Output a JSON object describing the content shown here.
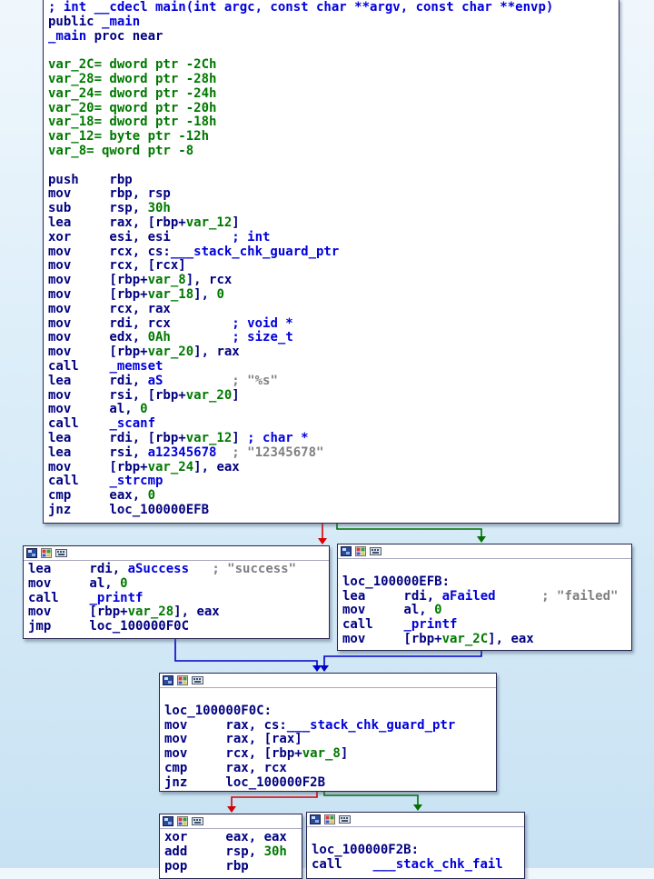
{
  "colors": {
    "default_text": "#000080",
    "number_and_stackvar": "#007800",
    "name_and_comment": "#0000dc",
    "string_comment": "#808080",
    "edge_red": "#d80000",
    "edge_green": "#007000",
    "edge_blue": "#0000c8",
    "node_background": "#ffffff",
    "node_border": "#26264f",
    "canvas_top": "#f0f7fc",
    "canvas_bottom": "#c8e2f3"
  },
  "node_toolbar_icons": [
    "group-nodes-icon",
    "node-color-icon",
    "keyboard-icon"
  ],
  "blocks": [
    {
      "key": "main",
      "titlebar": false,
      "lines": [
        [
          [
            "b",
            "; int __cdecl main(int argc, const char **argv, const char **envp)"
          ]
        ],
        [
          [
            "n",
            "public "
          ],
          [
            "b",
            "_main"
          ]
        ],
        [
          [
            "b",
            "_main"
          ],
          [
            "n",
            " proc near"
          ]
        ],
        [],
        [
          [
            "g",
            "var_2C= dword ptr -2Ch"
          ]
        ],
        [
          [
            "g",
            "var_28= dword ptr -28h"
          ]
        ],
        [
          [
            "g",
            "var_24= dword ptr -24h"
          ]
        ],
        [
          [
            "g",
            "var_20= qword ptr -20h"
          ]
        ],
        [
          [
            "g",
            "var_18= dword ptr -18h"
          ]
        ],
        [
          [
            "g",
            "var_12= byte ptr -12h"
          ]
        ],
        [
          [
            "g",
            "var_8= qword ptr -8"
          ]
        ],
        [],
        [
          [
            "n",
            "push    rbp"
          ]
        ],
        [
          [
            "n",
            "mov     rbp, rsp"
          ]
        ],
        [
          [
            "n",
            "sub     rsp, "
          ],
          [
            "g",
            "30h"
          ]
        ],
        [
          [
            "n",
            "lea     rax, [rbp+"
          ],
          [
            "g",
            "var_12"
          ],
          [
            "n",
            "]"
          ]
        ],
        [
          [
            "n",
            "xor     esi, esi        "
          ],
          [
            "b",
            "; int"
          ]
        ],
        [
          [
            "n",
            "mov     rcx, cs:"
          ],
          [
            "b",
            "___stack_chk_guard_ptr"
          ]
        ],
        [
          [
            "n",
            "mov     rcx, [rcx]"
          ]
        ],
        [
          [
            "n",
            "mov     [rbp+"
          ],
          [
            "g",
            "var_8"
          ],
          [
            "n",
            "], rcx"
          ]
        ],
        [
          [
            "n",
            "mov     [rbp+"
          ],
          [
            "g",
            "var_18"
          ],
          [
            "n",
            "], "
          ],
          [
            "g",
            "0"
          ]
        ],
        [
          [
            "n",
            "mov     rcx, rax"
          ]
        ],
        [
          [
            "n",
            "mov     rdi, rcx        "
          ],
          [
            "b",
            "; void *"
          ]
        ],
        [
          [
            "n",
            "mov     edx, "
          ],
          [
            "g",
            "0Ah"
          ],
          [
            "n",
            "        "
          ],
          [
            "b",
            "; size_t"
          ]
        ],
        [
          [
            "n",
            "mov     [rbp+"
          ],
          [
            "g",
            "var_20"
          ],
          [
            "n",
            "], rax"
          ]
        ],
        [
          [
            "n",
            "call    "
          ],
          [
            "b",
            "_memset"
          ]
        ],
        [
          [
            "n",
            "lea     rdi, "
          ],
          [
            "b",
            "aS"
          ],
          [
            "n",
            "         "
          ],
          [
            "y",
            "; \"%s\""
          ]
        ],
        [
          [
            "n",
            "mov     rsi, [rbp+"
          ],
          [
            "g",
            "var_20"
          ],
          [
            "n",
            "]"
          ]
        ],
        [
          [
            "n",
            "mov     al, "
          ],
          [
            "g",
            "0"
          ]
        ],
        [
          [
            "n",
            "call    "
          ],
          [
            "b",
            "_scanf"
          ]
        ],
        [
          [
            "n",
            "lea     rdi, [rbp+"
          ],
          [
            "g",
            "var_12"
          ],
          [
            "n",
            "] "
          ],
          [
            "b",
            "; char *"
          ]
        ],
        [
          [
            "n",
            "lea     rsi, "
          ],
          [
            "b",
            "a12345678"
          ],
          [
            "n",
            "  "
          ],
          [
            "y",
            "; \"12345678\""
          ]
        ],
        [
          [
            "n",
            "mov     [rbp+"
          ],
          [
            "g",
            "var_24"
          ],
          [
            "n",
            "], eax"
          ]
        ],
        [
          [
            "n",
            "call    "
          ],
          [
            "b",
            "_strcmp"
          ]
        ],
        [
          [
            "n",
            "cmp     eax, "
          ],
          [
            "g",
            "0"
          ]
        ],
        [
          [
            "n",
            "jnz     loc_100000EFB"
          ]
        ]
      ]
    },
    {
      "key": "success",
      "titlebar": true,
      "lines": [
        [
          [
            "n",
            "lea     rdi, "
          ],
          [
            "b",
            "aSuccess"
          ],
          [
            "n",
            "   "
          ],
          [
            "y",
            "; \"success\""
          ]
        ],
        [
          [
            "n",
            "mov     al, "
          ],
          [
            "g",
            "0"
          ]
        ],
        [
          [
            "n",
            "call    "
          ],
          [
            "b",
            "_printf"
          ]
        ],
        [
          [
            "n",
            "mov     [rbp+"
          ],
          [
            "g",
            "var_28"
          ],
          [
            "n",
            "], eax"
          ]
        ],
        [
          [
            "n",
            "jmp     loc_100000F0C"
          ]
        ]
      ]
    },
    {
      "key": "failed",
      "titlebar": true,
      "lines": [
        [],
        [
          [
            "n",
            "loc_100000EFB:"
          ]
        ],
        [
          [
            "n",
            "lea     rdi, "
          ],
          [
            "b",
            "aFailed"
          ],
          [
            "n",
            "      "
          ],
          [
            "y",
            "; \"failed\""
          ]
        ],
        [
          [
            "n",
            "mov     al, "
          ],
          [
            "g",
            "0"
          ]
        ],
        [
          [
            "n",
            "call    "
          ],
          [
            "b",
            "_printf"
          ]
        ],
        [
          [
            "n",
            "mov     [rbp+"
          ],
          [
            "g",
            "var_2C"
          ],
          [
            "n",
            "], eax"
          ]
        ]
      ]
    },
    {
      "key": "f0c",
      "titlebar": true,
      "lines": [
        [],
        [
          [
            "n",
            "loc_100000F0C:"
          ]
        ],
        [
          [
            "n",
            "mov     rax, cs:"
          ],
          [
            "b",
            "___stack_chk_guard_ptr"
          ]
        ],
        [
          [
            "n",
            "mov     rax, [rax]"
          ]
        ],
        [
          [
            "n",
            "mov     rcx, [rbp+"
          ],
          [
            "g",
            "var_8"
          ],
          [
            "n",
            "]"
          ]
        ],
        [
          [
            "n",
            "cmp     rax, rcx"
          ]
        ],
        [
          [
            "n",
            "jnz     loc_100000F2B"
          ]
        ]
      ]
    },
    {
      "key": "end",
      "titlebar": true,
      "lines": [
        [
          [
            "n",
            "xor     eax, eax"
          ]
        ],
        [
          [
            "n",
            "add     rsp, "
          ],
          [
            "g",
            "30h"
          ]
        ],
        [
          [
            "n",
            "pop     rbp"
          ]
        ]
      ]
    },
    {
      "key": "f2b",
      "titlebar": true,
      "lines": [
        [],
        [
          [
            "n",
            "loc_100000F2B:"
          ]
        ],
        [
          [
            "n",
            "call    "
          ],
          [
            "b",
            "___stack_chk_fail"
          ]
        ]
      ]
    }
  ],
  "edges": [
    {
      "from": "main",
      "to": "success",
      "color": "#d80000"
    },
    {
      "from": "main",
      "to": "failed",
      "color": "#007000"
    },
    {
      "from": "success",
      "to": "f0c",
      "color": "#0000c8"
    },
    {
      "from": "failed",
      "to": "f0c",
      "color": "#0000c8"
    },
    {
      "from": "f0c",
      "to": "end",
      "color": "#d80000"
    },
    {
      "from": "f0c",
      "to": "f2b",
      "color": "#007000"
    }
  ]
}
